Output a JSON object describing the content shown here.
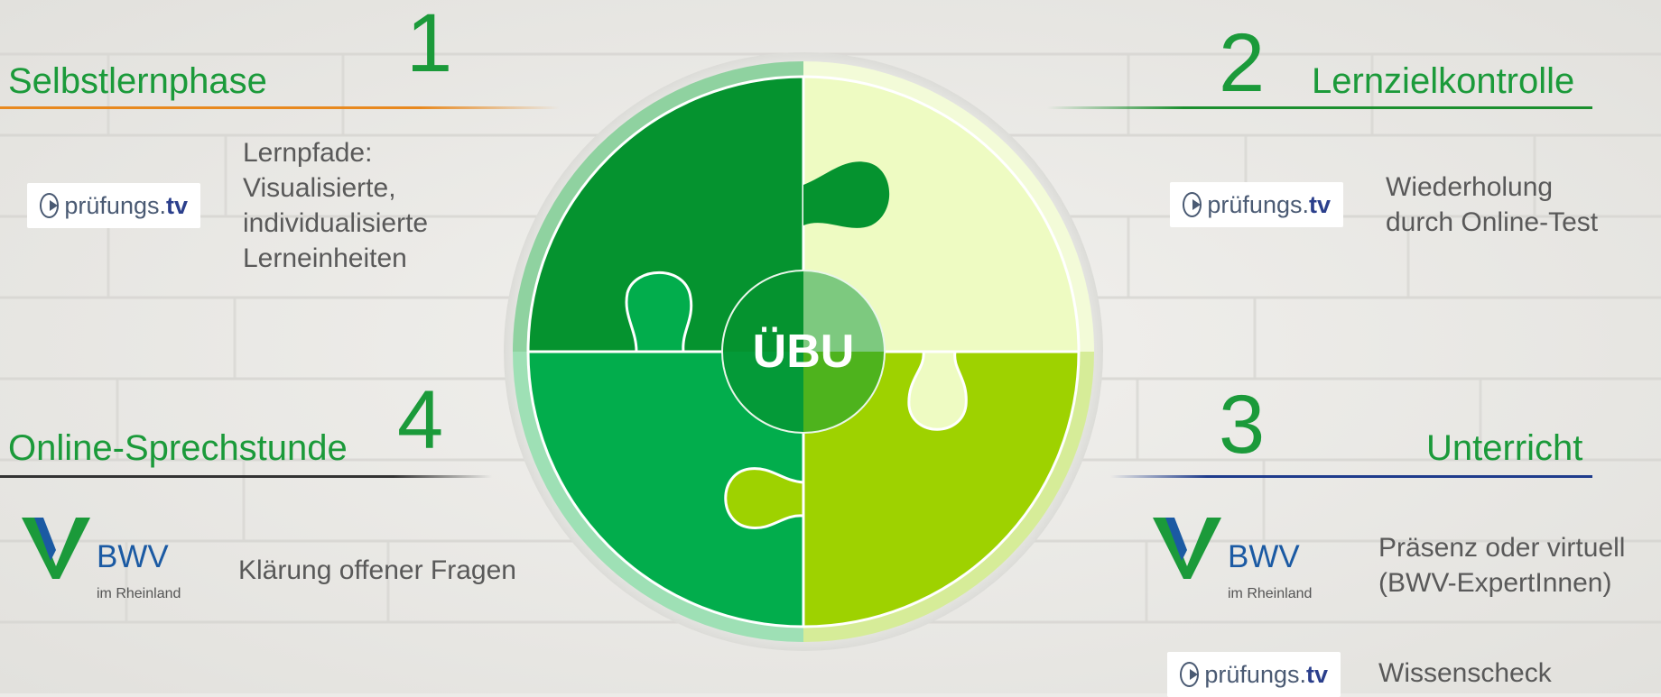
{
  "center_label": "ÜBU",
  "steps": [
    {
      "number": "1",
      "title": "Selbstlernphase",
      "lines": [
        "Lernpfade:",
        "Visualisierte,",
        "individualisierte",
        "Lerneinheiten"
      ],
      "accent": "#e8891f"
    },
    {
      "number": "2",
      "title": "Lernzielkontrolle",
      "lines": [
        "Wiederholung",
        "durch Online-Test"
      ],
      "accent": "#1b8f2e"
    },
    {
      "number": "3",
      "title": "Unterricht",
      "lines": [
        "Präsenz oder virtuell",
        "(BWV-ExpertInnen)"
      ],
      "extra": "Wissenscheck",
      "accent": "#1f3c8c"
    },
    {
      "number": "4",
      "title": "Online-Sprechstunde",
      "lines": [
        "Klärung offener Fragen"
      ],
      "accent": "#333333"
    }
  ],
  "logos": {
    "pruefungs_prefix": "prüfungs.",
    "pruefungs_suffix": "tv",
    "bwv_name": "BWV",
    "bwv_sub": "im Rheinland"
  },
  "colors": {
    "dark_green": "#05932f",
    "medium_green": "#02ad4c",
    "lime": "#9ed200",
    "pale_lime": "#eefbc2"
  }
}
